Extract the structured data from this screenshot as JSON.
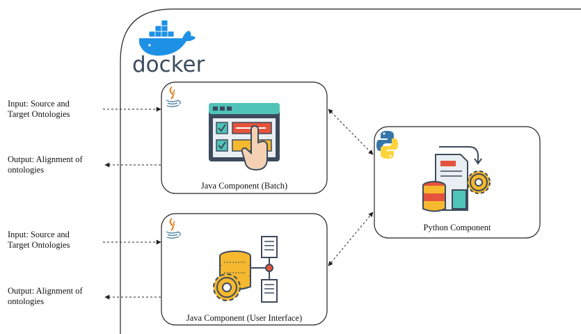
{
  "docker": {
    "wordmark": "docker"
  },
  "labels": {
    "input1_line1": "Input: Source and",
    "input1_line2": "Target Ontologies",
    "output1_line1": "Output: Alignment of",
    "output1_line2": "ontologies",
    "input2_line1": "Input: Source and",
    "input2_line2": "Target Ontologies",
    "output2_line1": "Output: Alignment of",
    "output2_line2": "ontologies"
  },
  "components": {
    "batch": {
      "title": "Java Component (Batch)"
    },
    "ui": {
      "title": "Java Component (User Interface)"
    },
    "python": {
      "title": "Python Component"
    }
  },
  "colors": {
    "docker_blue": "#1d91e6",
    "teal": "#4fc3b8",
    "dark": "#3c4a5c",
    "red": "#e5533d",
    "yellow": "#f5b82e",
    "python_blue": "#3776ab",
    "python_yellow": "#ffd43b",
    "java_red": "#e76f00",
    "java_blue": "#5382a1"
  }
}
